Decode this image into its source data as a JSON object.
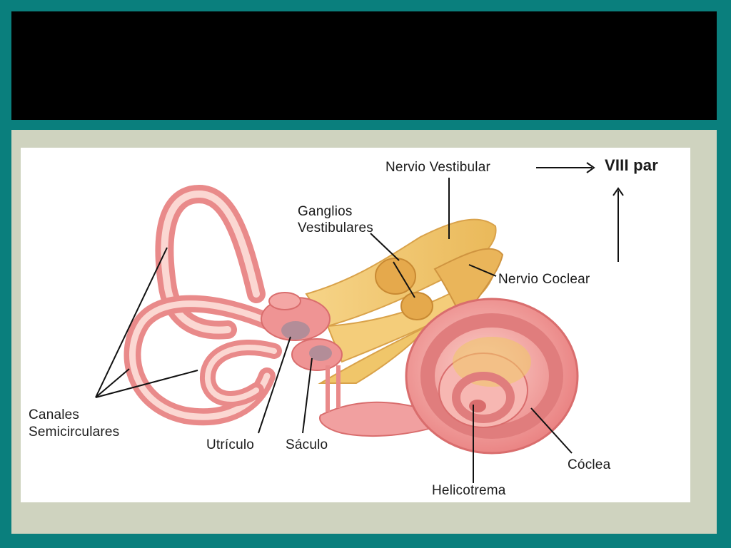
{
  "labels": {
    "nervio_vestibular": "Nervio Vestibular",
    "viii_par": "VIII par",
    "ganglios_line1": "Ganglios",
    "ganglios_line2": "Vestibulares",
    "nervio_coclear": "Nervio Coclear",
    "canales_line1": "Canales",
    "canales_line2": "Semicirculares",
    "utriculo": "Utrículo",
    "saculo": "Sáculo",
    "coclea": "Cóclea",
    "helicotrema": "Helicotrema"
  },
  "colors": {
    "background": "#0a7f7d",
    "title_bar": "#000000",
    "frame": "#cfd3bf",
    "figure_bg": "#ffffff",
    "membrane": "#ef8f8f",
    "membrane_light": "#f9c4c0",
    "nerve": "#f0c66a",
    "ganglion": "#e5a94c",
    "leader": "#111111"
  }
}
